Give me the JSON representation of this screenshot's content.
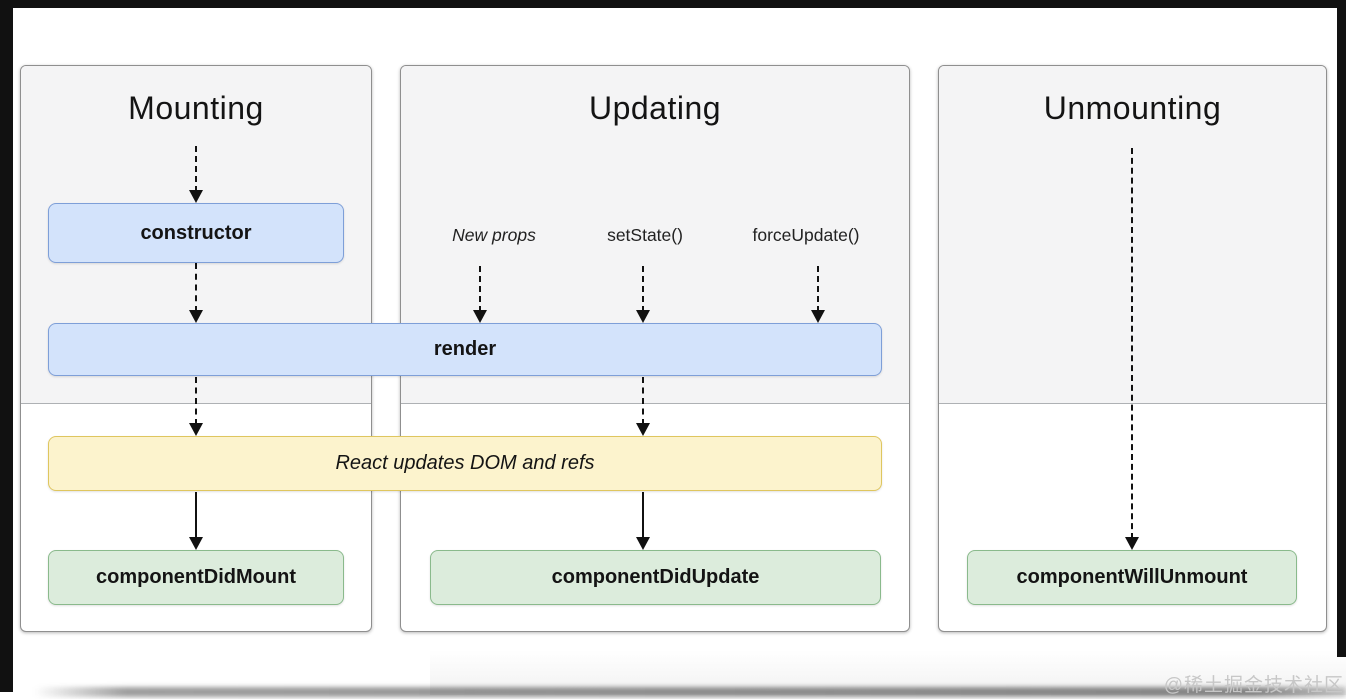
{
  "diagram": {
    "kind": "react-component-lifecycle-flowchart",
    "panels": [
      {
        "id": "mounting",
        "title": "Mounting"
      },
      {
        "id": "updating",
        "title": "Updating"
      },
      {
        "id": "unmounting",
        "title": "Unmounting"
      }
    ],
    "boxes": {
      "constructor": {
        "label": "constructor",
        "fill": "#d3e3fb",
        "border": "#7e9fd8"
      },
      "render": {
        "label": "render",
        "fill": "#d3e3fb",
        "border": "#7e9fd8"
      },
      "react_updates": {
        "label": "React updates DOM and refs",
        "fill": "#fcf3cd",
        "border": "#dfc65f"
      },
      "component_did_mount": {
        "label": "componentDidMount",
        "fill": "#dcecdc",
        "border": "#8aba8c"
      },
      "component_did_update": {
        "label": "componentDidUpdate",
        "fill": "#dcecdc",
        "border": "#8aba8c"
      },
      "component_will_unmount": {
        "label": "componentWillUnmount",
        "fill": "#dcecdc",
        "border": "#8aba8c"
      }
    },
    "updating_triggers": [
      "New props",
      "setState()",
      "forceUpdate()"
    ],
    "arrow_color": "#111111",
    "panel_upper_fill": "#f4f4f5"
  },
  "watermark": {
    "text": "@稀土掘金技术社区",
    "color": "#c7c7c7"
  }
}
